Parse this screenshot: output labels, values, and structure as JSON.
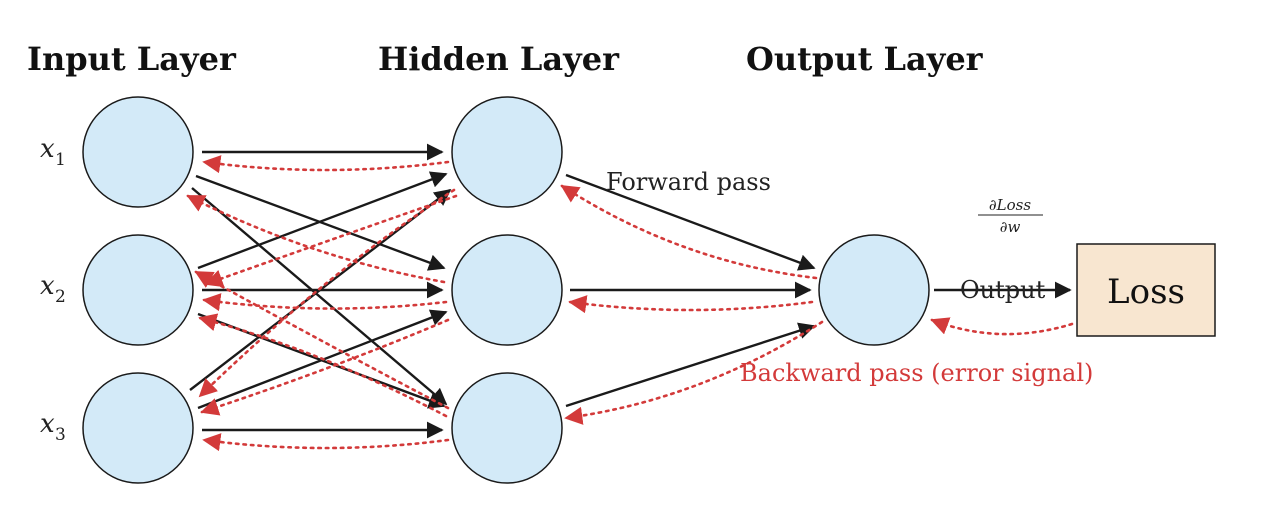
{
  "layers": {
    "input_title": "Input Layer",
    "hidden_title": "Hidden Layer",
    "output_title": "Output Layer"
  },
  "inputs": [
    {
      "var": "x",
      "sub": "1"
    },
    {
      "var": "x",
      "sub": "2"
    },
    {
      "var": "x",
      "sub": "3"
    }
  ],
  "annotations": {
    "forward": "Forward pass",
    "backward": "Backward pass (error signal)",
    "output": "Output",
    "gradient_numerator": "∂Loss",
    "gradient_denominator": "∂w"
  },
  "loss_box": {
    "label": "Loss",
    "fill": "#f8e6d0"
  },
  "colors": {
    "node_fill": "#d3eaf8",
    "forward_arrow": "#1a1a1a",
    "backward_arrow": "#d33a3a"
  }
}
